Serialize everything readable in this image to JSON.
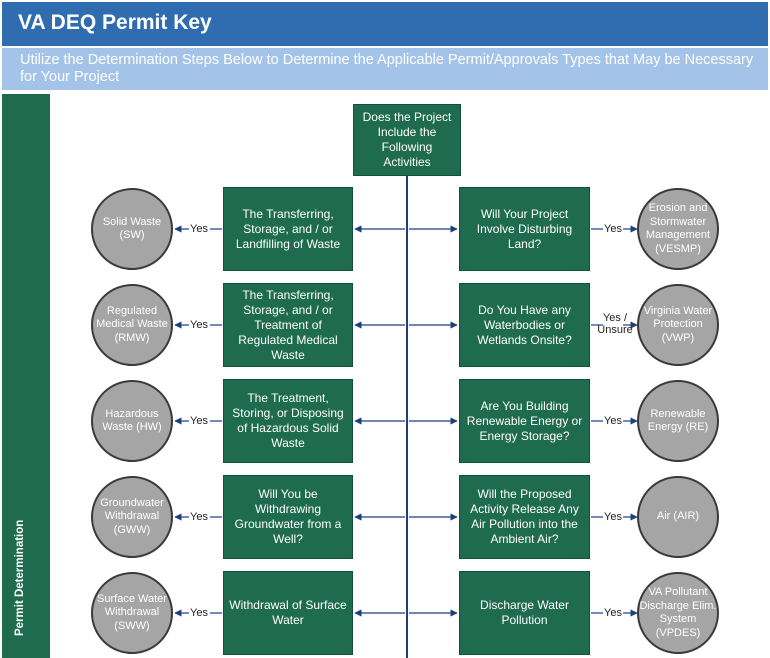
{
  "title": "VA DEQ Permit Key",
  "subtitle": "Utilize the Determination Steps Below to Determine the Applicable Permit/Approvals Types that May be Necessary for Your Project",
  "side_label": "Permit Determination",
  "top_question": "Does the Project Include the Following Activities",
  "left_rows": [
    {
      "question": "The Transferring, Storage, and / or Landfilling of Waste",
      "answer": "Yes",
      "permit": "Solid Waste (SW)"
    },
    {
      "question": "The Transferring, Storage, and / or Treatment of Regulated Medical Waste",
      "answer": "Yes",
      "permit": "Regulated Medical Waste (RMW)"
    },
    {
      "question": "The Treatment, Storing, or Disposing of Hazardous Solid Waste",
      "answer": "Yes",
      "permit": "Hazardous Waste (HW)"
    },
    {
      "question": "Will You be Withdrawing Groundwater from a Well?",
      "answer": "Yes",
      "permit": "Groundwater Withdrawal (GWW)"
    },
    {
      "question": "Withdrawal of Surface Water",
      "answer": "Yes",
      "permit": "Surface Water Withdrawal (SWW)"
    }
  ],
  "right_rows": [
    {
      "question": "Will Your Project Involve Disturbing Land?",
      "answer": "Yes",
      "permit": "Erosion and Stormwater Management (VESMP)"
    },
    {
      "question": "Do You Have any Waterbodies or Wetlands Onsite?",
      "answer": "Yes / Unsure",
      "permit": "Virginia Water Protection (VWP)"
    },
    {
      "question": "Are You Building Renewable Energy or Energy Storage?",
      "answer": "Yes",
      "permit": "Renewable Energy (RE)"
    },
    {
      "question": "Will the Proposed Activity Release Any Air Pollution into the Ambient Air?",
      "answer": "Yes",
      "permit": "Air (AIR)"
    },
    {
      "question": "Discharge Water Pollution",
      "answer": "Yes",
      "permit": "VA Pollutant Discharge Elim. System (VPDES)"
    }
  ],
  "colors": {
    "header": "#2f6db0",
    "subheader": "#a3c4e8",
    "box": "#1e6b4f",
    "circle": "#a5a5a5",
    "line": "#1f3f7a"
  }
}
